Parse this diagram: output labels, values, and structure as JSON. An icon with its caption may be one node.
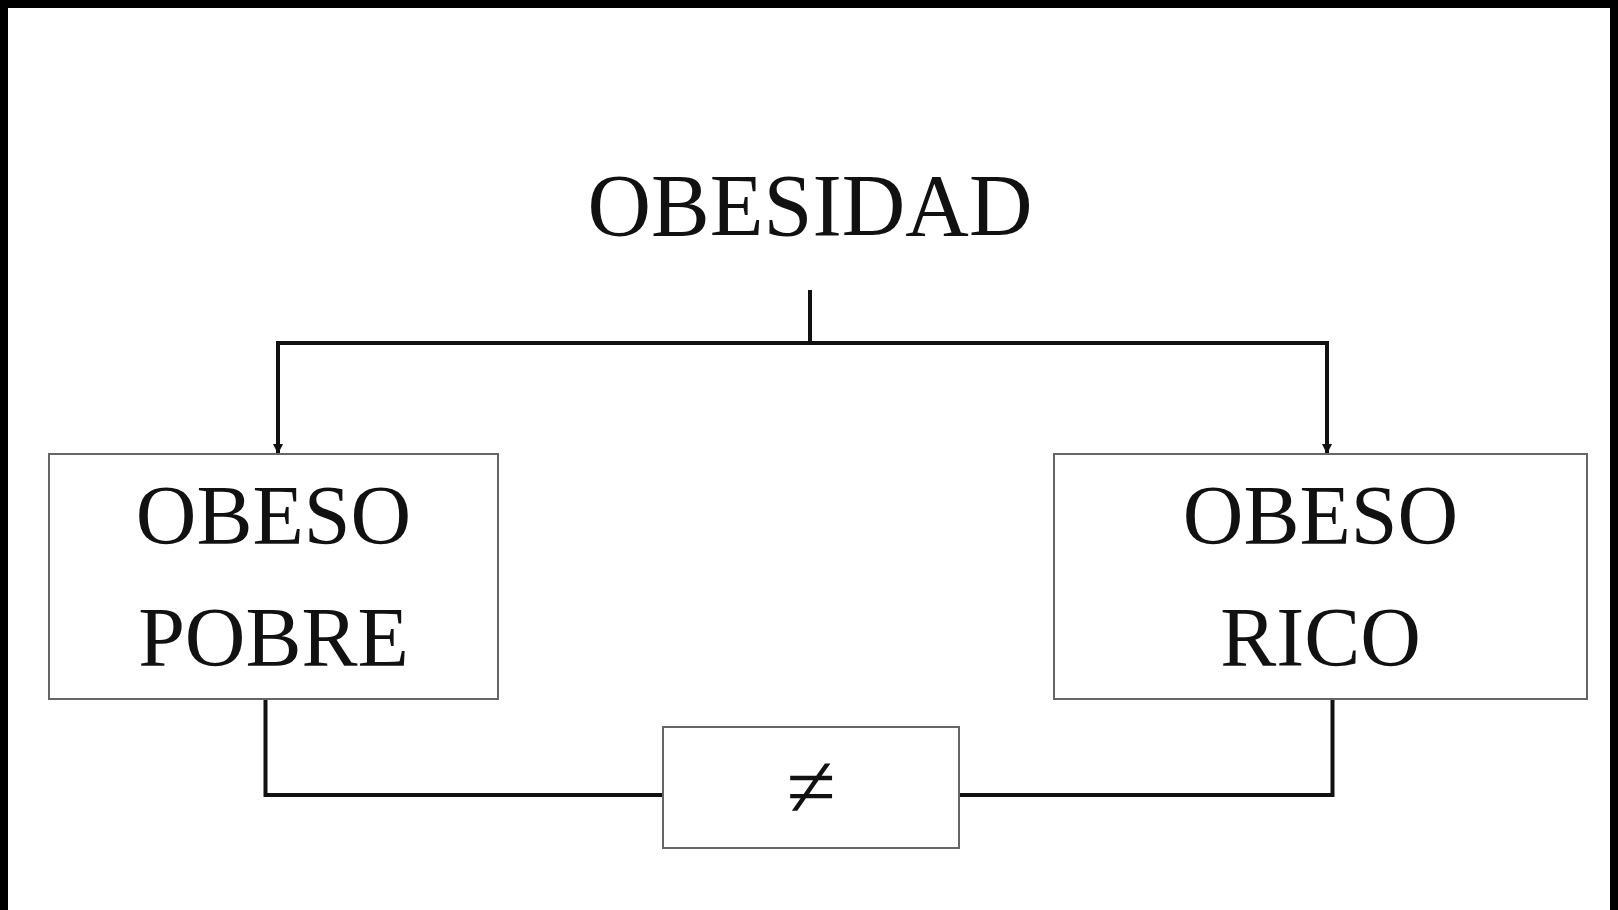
{
  "diagram": {
    "nodes": [
      {
        "text": [
          "OBESIDAD"
        ]
      },
      {
        "text": [
          "OBESO POBRE"
        ]
      },
      {
        "text": [
          "OBESO RICO"
        ]
      },
      {
        "text": [
          "≠"
        ]
      }
    ],
    "edges": [
      {
        "from": 0,
        "to": 1,
        "arrow": "to"
      },
      {
        "from": 0,
        "to": 2,
        "arrow": "to"
      },
      {
        "from": 1,
        "to": 3,
        "arrow": "none"
      },
      {
        "from": 3,
        "to": 2,
        "arrow": "none"
      }
    ]
  }
}
